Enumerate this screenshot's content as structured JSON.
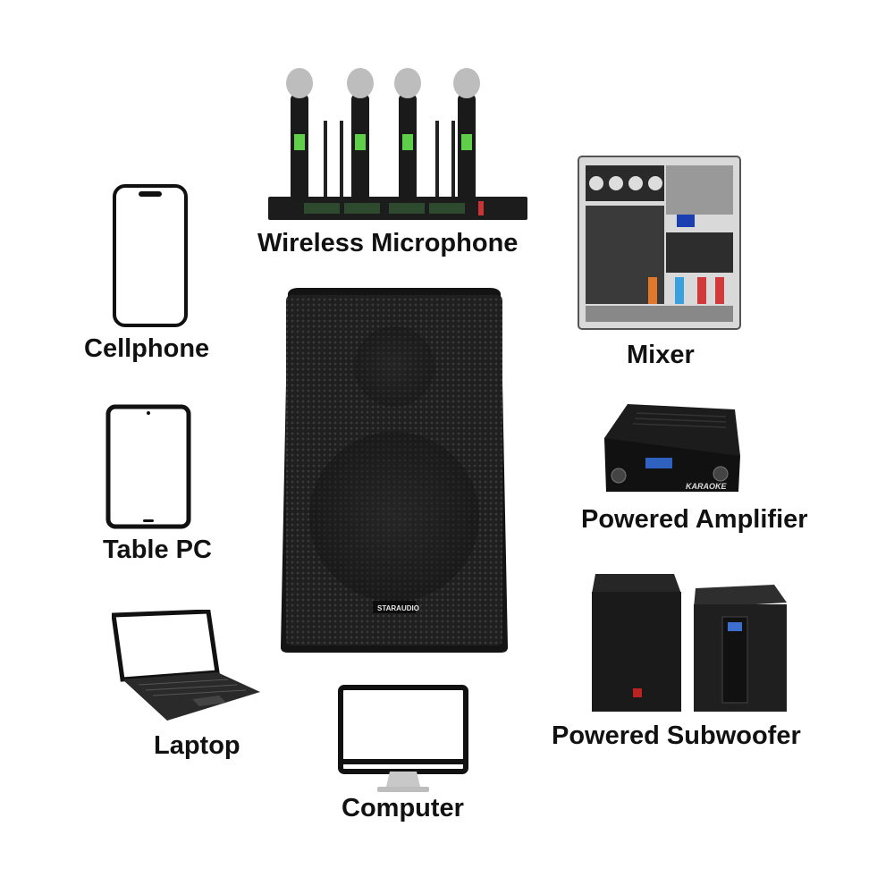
{
  "labels": {
    "wireless_microphone": "Wireless Microphone",
    "cellphone": "Cellphone",
    "mixer": "Mixer",
    "tablet": "Table PC",
    "powered_amplifier": "Powered Amplifier",
    "laptop": "Laptop",
    "computer": "Computer",
    "powered_subwoofer": "Powered Subwoofer"
  },
  "icons": {
    "speaker": "speaker-icon",
    "microphone_system": "wireless-microphone-icon",
    "mixer": "mixer-icon",
    "cellphone": "cellphone-icon",
    "tablet": "tablet-icon",
    "amplifier": "amplifier-icon",
    "laptop": "laptop-icon",
    "computer": "computer-monitor-icon",
    "subwoofer": "subwoofer-icon"
  },
  "colors": {
    "background": "#ffffff",
    "text": "#111111",
    "device_black": "#1a1a1a"
  }
}
